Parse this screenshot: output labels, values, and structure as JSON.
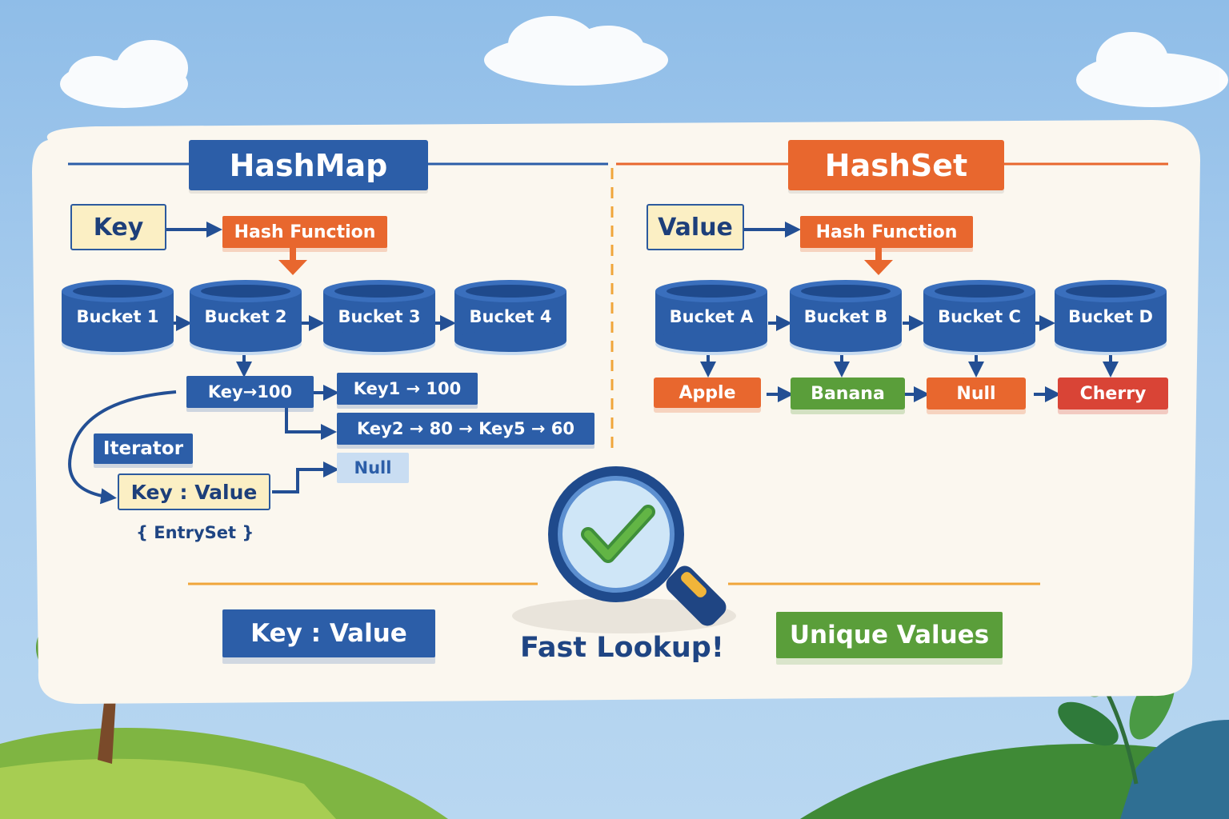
{
  "hashmap": {
    "title": "HashMap",
    "input": "Key",
    "hash_function": "Hash Function",
    "buckets": [
      "Bucket 1",
      "Bucket 2",
      "Bucket 3",
      "Bucket 4"
    ],
    "entries": [
      "Key→100",
      "Key1 → 100",
      "Key2 → 80 → Key5 → 60",
      "Null"
    ],
    "iterator": "Iterator",
    "key_value": "Key : Value",
    "entryset": "{ EntrySet }",
    "footer": "Key : Value"
  },
  "hashset": {
    "title": "HashSet",
    "input": "Value",
    "hash_function": "Hash Function",
    "buckets": [
      "Bucket A",
      "Bucket B",
      "Bucket C",
      "Bucket D"
    ],
    "values": [
      "Apple",
      "Banana",
      "Null",
      "Cherry"
    ],
    "footer": "Unique Values"
  },
  "center": {
    "caption": "Fast Lookup!",
    "icon": "magnifier-checkmark-icon"
  },
  "colors": {
    "hashmap_blue": "#2c5ea8",
    "hashset_orange": "#e8672e",
    "accent_green": "#5a9e3a",
    "cherry_red": "#d94436",
    "panel": "#fbf7ef"
  }
}
